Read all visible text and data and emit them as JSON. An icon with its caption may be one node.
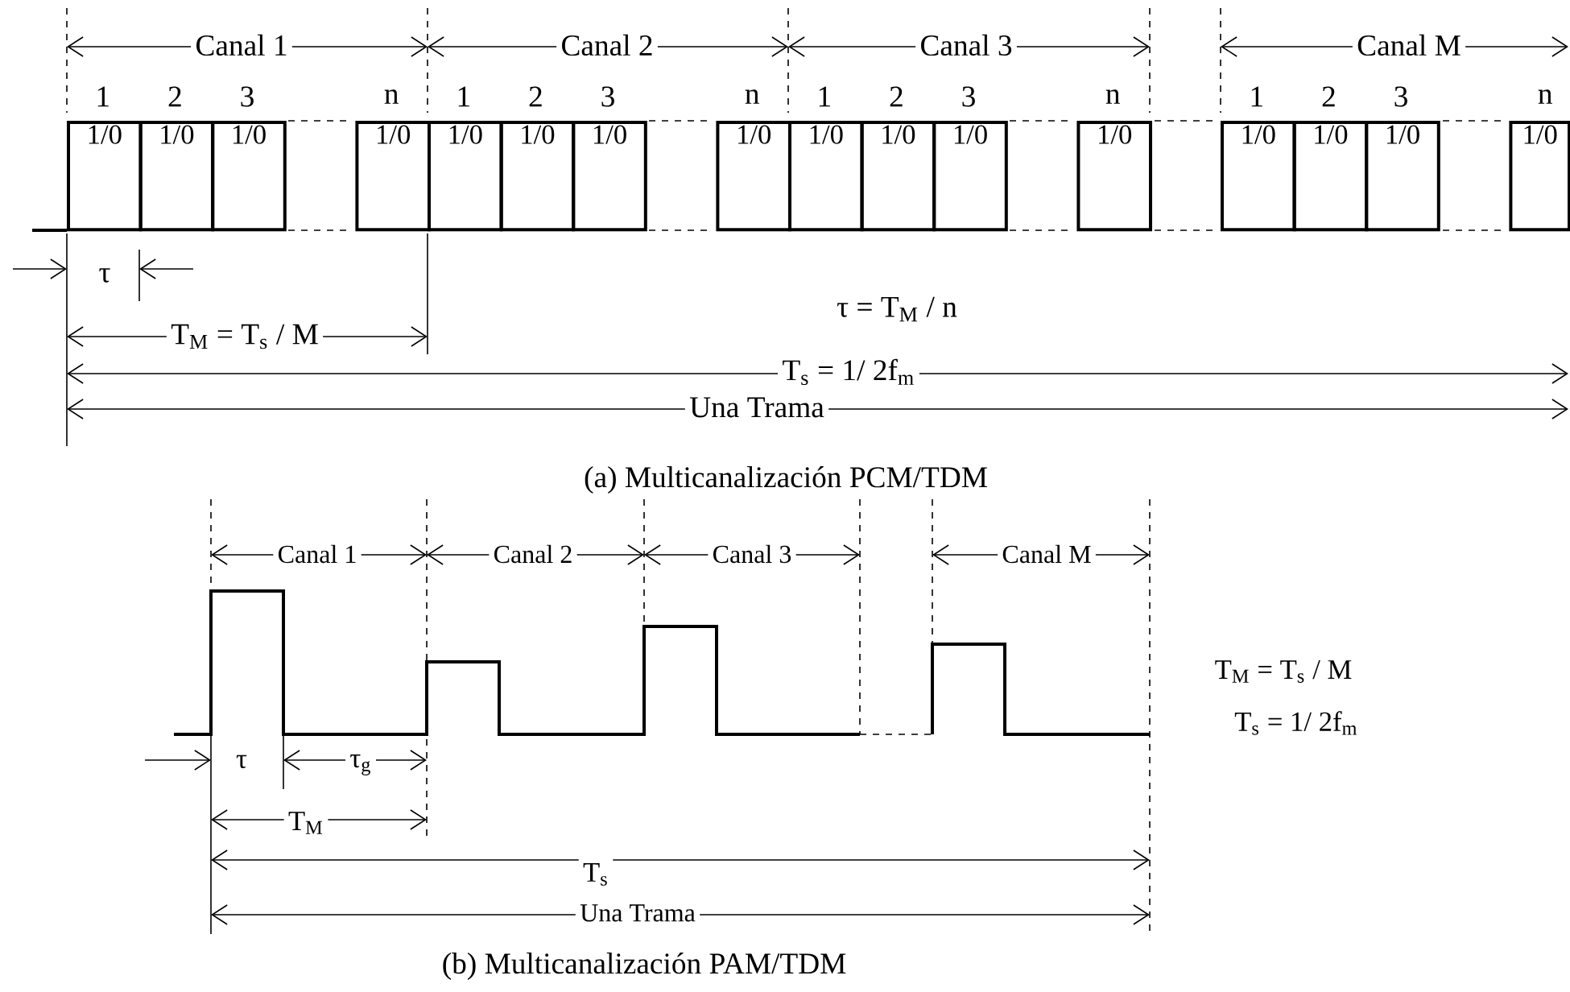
{
  "diagram": {
    "nodes": [
      {
        "text": [
          "1/0"
        ],
        "beside": [
          "1"
        ]
      },
      {
        "text": [
          "1/0"
        ],
        "beside": [
          "2"
        ]
      },
      {
        "text": [
          "1/0"
        ],
        "beside": [
          "3"
        ]
      },
      {
        "text": [
          "1/0"
        ],
        "beside": [
          "n"
        ]
      },
      {
        "text": [
          "1/0"
        ],
        "beside": [
          "1"
        ]
      },
      {
        "text": [
          "1/0"
        ],
        "beside": [
          "2"
        ]
      },
      {
        "text": [
          "1/0"
        ],
        "beside": [
          "3"
        ]
      },
      {
        "text": [
          "1/0"
        ],
        "beside": [
          "n"
        ]
      },
      {
        "text": [
          "1/0"
        ],
        "beside": [
          "1"
        ]
      },
      {
        "text": [
          "1/0"
        ],
        "beside": [
          "2"
        ]
      },
      {
        "text": [
          "1/0"
        ],
        "beside": [
          "3"
        ]
      },
      {
        "text": [
          "1/0"
        ],
        "beside": [
          "n"
        ]
      },
      {
        "text": [
          "1/0"
        ],
        "beside": [
          "1"
        ]
      },
      {
        "text": [
          "1/0"
        ],
        "beside": [
          "2"
        ]
      },
      {
        "text": [
          "1/0"
        ],
        "beside": [
          "3"
        ]
      },
      {
        "text": [
          "1/0"
        ],
        "beside": [
          "n"
        ]
      }
    ],
    "labels": [
      "Canal 1",
      "Canal 2",
      "Canal 3",
      "Canal M",
      "τ",
      "T$_{M}$ = T$_{s}$ / M",
      "τ = T$_{M}$ / n",
      "T$_{s}$ = 1/ 2f$_{m}$",
      "Una Trama",
      "(a) Multicanalización  PCM/TDM",
      "Canal 1",
      "Canal 2",
      "Canal 3",
      "Canal M",
      "T$_{M}$ = T$_{s}$ / M",
      "T$_{s}$ = 1/ 2f$_{m}$",
      "τ",
      "τ$_{g}$",
      "T$_{M}$",
      "T$_{s}$",
      "Una Trama",
      "(b)  Multicanalización PAM/TDM"
    ]
  }
}
